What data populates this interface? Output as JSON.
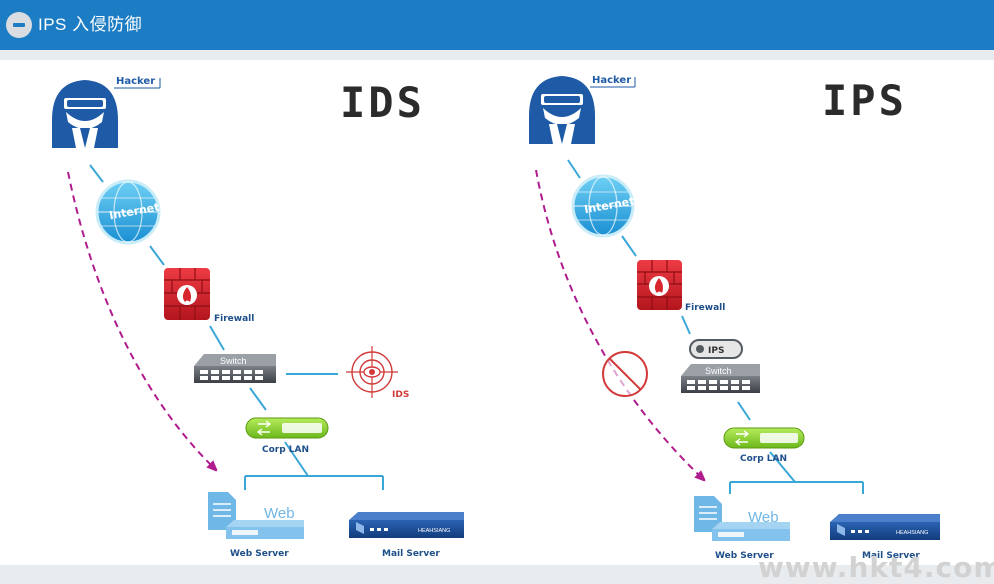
{
  "header": {
    "title": "IPS 入侵防御"
  },
  "panels": {
    "ids": {
      "heading": "IDS",
      "hacker": "Hacker",
      "internet": "Internet",
      "firewall": "Firewall",
      "switch": "Switch",
      "ids_label": "IDS",
      "lan": "Corp LAN",
      "web_word": "Web",
      "web_server": "Web Server",
      "mail_server": "Mail Server",
      "mail_brand": "HEAHSIANG"
    },
    "ips": {
      "heading": "IPS",
      "hacker": "Hacker",
      "internet": "Internet",
      "firewall": "Firewall",
      "ips_box": "IPS",
      "switch": "Switch",
      "lan": "Corp LAN",
      "web_word": "Web",
      "web_server": "Web Server",
      "mail_server": "Mail Server",
      "mail_brand": "HEAHSIANG"
    }
  },
  "colors": {
    "header_bg": "#1c7cc4",
    "hacker_blue": "#1e5aa6",
    "line_blue": "#3aa7d8",
    "firewall_red": "#d8262f",
    "attack_purple": "#b01c8e",
    "lan_green": "#8cd12e",
    "block_red": "#d23a3a"
  },
  "watermark": "www.hkt4.com"
}
